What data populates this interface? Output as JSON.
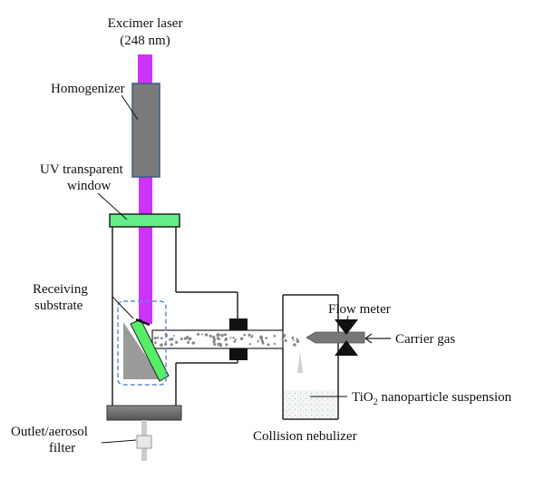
{
  "labels": {
    "excimer_laser": "Excimer laser",
    "wavelength": "(248 nm)",
    "homogenizer": "Homogenizer",
    "uv_window_line1": "UV transparent",
    "uv_window_line2": "window",
    "receiving_line1": "Receiving",
    "receiving_line2": "substrate",
    "outlet_line1": "Outlet/aerosol",
    "outlet_line2": "filter",
    "flow_meter": "Flow meter",
    "carrier_gas": "Carrier gas",
    "tio2_prefix": "TiO",
    "tio2_subscript": "2",
    "tio2_suffix": " nanoparticle suspension",
    "collision_nebulizer": "Collision nebulizer"
  },
  "colors": {
    "laser_beam": "#cc33ff",
    "homogenizer_fill": "#7a7a7a",
    "window_fill": "#66ee88",
    "substrate_fill": "#55ee66",
    "chamber_line": "#222222",
    "dashed_box": "#5b8fd6",
    "particles": "#888888",
    "base_plate": "#666666"
  }
}
